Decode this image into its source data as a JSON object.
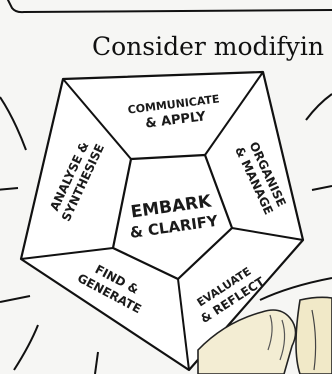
{
  "caption": "Consider modifyin",
  "segments": {
    "center": {
      "line1": "EMBARK",
      "line2": "& CLARIFY"
    },
    "top": {
      "line1": "COMMUNICATE",
      "line2": "& APPLY"
    },
    "right": {
      "line1": "ORGANISE",
      "line2": "& MANAGE"
    },
    "bottom_right": {
      "line1": "EVALUATE",
      "line2": "& REFLECT"
    },
    "bottom_left": {
      "line1": "FIND &",
      "line2": "GENERATE"
    },
    "left": {
      "line1": "ANALYSE &",
      "line2": "SYNTHESISE"
    }
  }
}
